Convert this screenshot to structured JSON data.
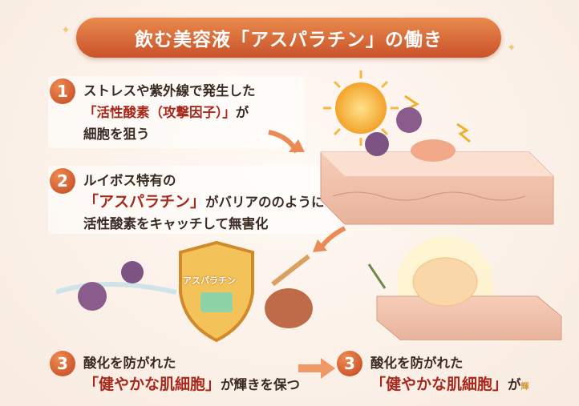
{
  "title": "飲む美容液「アスパラチン」の働き",
  "steps": [
    {
      "number": "1",
      "line1": "ストレスや紫外線で発生した",
      "highlight": "「活性酸素（攻撃因子）」",
      "line2_suffix": "が",
      "line3": "細胞を狙う"
    },
    {
      "number": "2",
      "line1": "ルイボス特有の",
      "highlight": "「アスパラチン」",
      "line2_suffix": "がバリアののように",
      "line3": "活性酸素をキャッチして無害化"
    },
    {
      "number": "3",
      "line1": "酸化を防がれた",
      "highlight": "「健やかな肌細胞」",
      "line2_suffix": "が輝きを保つ"
    },
    {
      "number": "3",
      "line1": "酸化を防がれた",
      "highlight": "「健やかな肌細胞」",
      "line2_suffix": "が",
      "trail": "輝"
    }
  ],
  "shield_label": "アスパラチン",
  "colors": {
    "accent": "#d2622f",
    "highlight": "#a8281c"
  }
}
